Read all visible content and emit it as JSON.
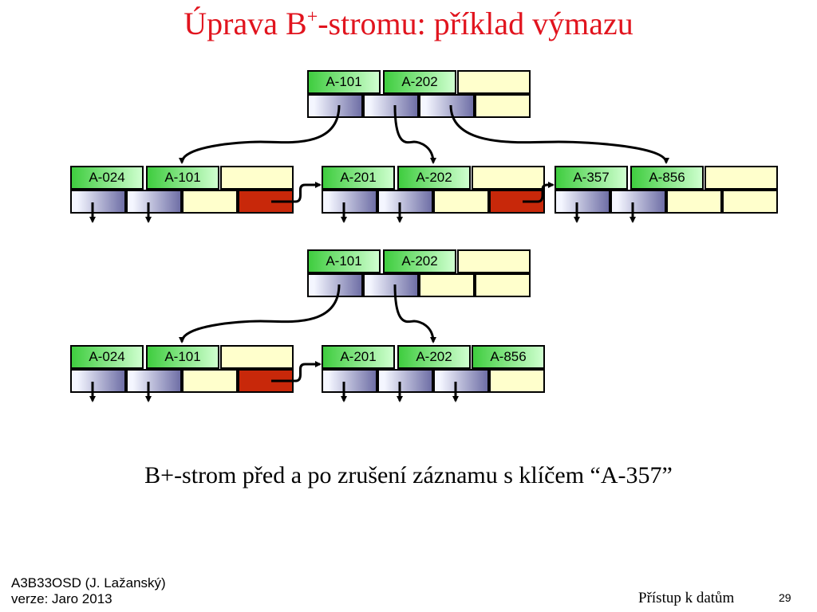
{
  "title": {
    "main": "Úprava B",
    "sup": "+",
    "rest": "-stromu: příklad výmazu"
  },
  "trees": [
    {
      "name": "before",
      "root": {
        "keys": [
          "A-101",
          "A-202",
          ""
        ],
        "pointers": [
          "used",
          "used",
          "used",
          "empty"
        ]
      },
      "leaves": [
        {
          "keys": [
            "A-024",
            "A-101",
            ""
          ],
          "pointers": [
            "used",
            "used",
            "empty",
            "next"
          ]
        },
        {
          "keys": [
            "A-201",
            "A-202",
            ""
          ],
          "pointers": [
            "used",
            "used",
            "empty",
            "next"
          ]
        },
        {
          "keys": [
            "A-357",
            "A-856",
            ""
          ],
          "pointers": [
            "used",
            "used",
            "empty",
            "empty"
          ]
        }
      ]
    },
    {
      "name": "after",
      "root": {
        "keys": [
          "A-101",
          "A-202",
          ""
        ],
        "pointers": [
          "used",
          "used",
          "empty",
          "empty"
        ]
      },
      "leaves": [
        {
          "keys": [
            "A-024",
            "A-101",
            ""
          ],
          "pointers": [
            "used",
            "used",
            "empty",
            "next"
          ]
        },
        {
          "keys": [
            "A-201",
            "A-202",
            "A-856"
          ],
          "pointers": [
            "used",
            "used",
            "used",
            "empty"
          ]
        }
      ]
    }
  ],
  "caption": "B+-strom před a po zrušení záznamu s klíčem “A-357”",
  "footer": {
    "course": "A3B33OSD (J. Lažanský)",
    "version": "verze: Jaro 2013",
    "topic": "Přístup k datům",
    "page": "29"
  },
  "colors": {
    "title": "#e1141e",
    "key_fill": "#3fcd3f",
    "empty_cell": "#ffffcc",
    "next_pointer": "#c8280a",
    "pointer_gradient": "#6f6fa6"
  }
}
